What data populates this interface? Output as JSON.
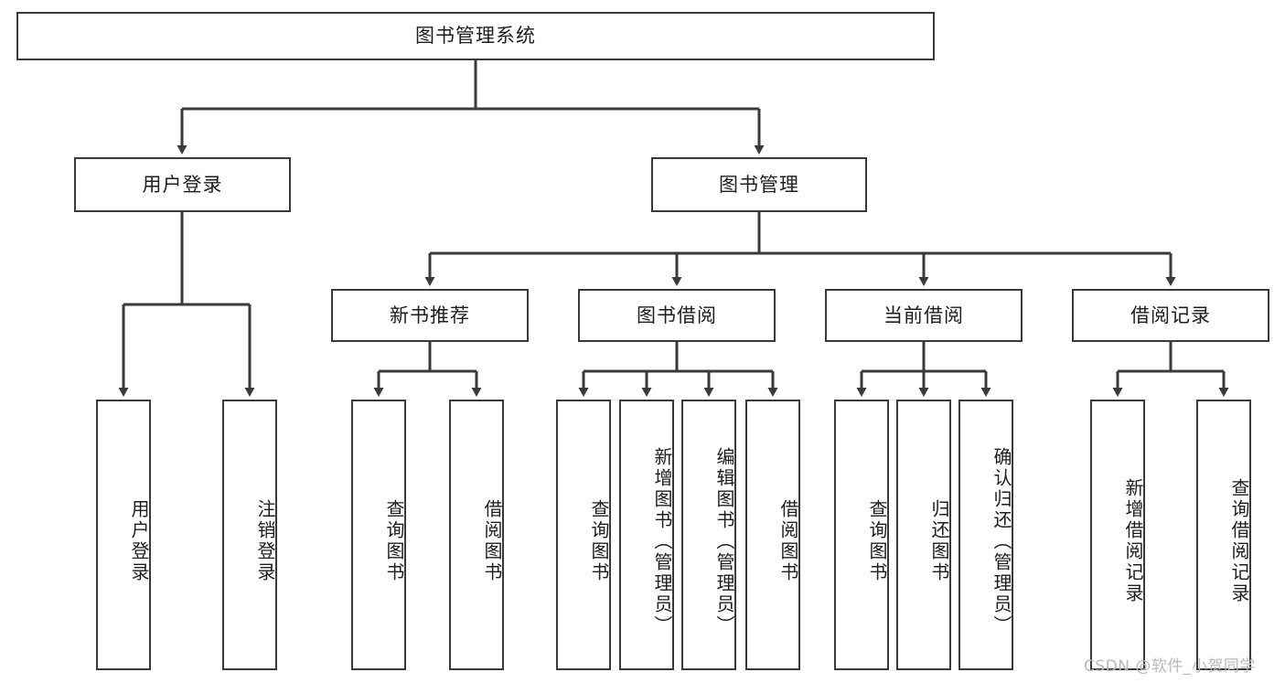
{
  "diagram": {
    "title": "图书管理系统",
    "type": "system function structure tree",
    "root": {
      "label": "图书管理系统"
    },
    "level1": [
      {
        "label": "用户登录"
      },
      {
        "label": "图书管理"
      }
    ],
    "level2": [
      {
        "label": "新书推荐"
      },
      {
        "label": "图书借阅"
      },
      {
        "label": "当前借阅"
      },
      {
        "label": "借阅记录"
      }
    ],
    "leaves": {
      "user_login": [
        {
          "label": "用户登录"
        },
        {
          "label": "注销登录"
        }
      ],
      "new_book_recommend": [
        {
          "label": "查询图书"
        },
        {
          "label": "借阅图书"
        }
      ],
      "book_borrow": [
        {
          "label": "查询图书"
        },
        {
          "label": "新增图书（管理员）"
        },
        {
          "label": "编辑图书（管理员）"
        },
        {
          "label": "借阅图书"
        }
      ],
      "current_borrow": [
        {
          "label": "查询图书"
        },
        {
          "label": "归还图书"
        },
        {
          "label": "确认归还（管理员）"
        }
      ],
      "borrow_record": [
        {
          "label": "新增借阅记录"
        },
        {
          "label": "查询借阅记录"
        }
      ]
    }
  },
  "watermark": {
    "text": "CSDN @软件_小贺同学"
  },
  "colors": {
    "stroke": "#3a3a3a",
    "box_fill": "#ffffff",
    "text": "#1d1d1d",
    "watermark": "#b9b9b9",
    "background": "#ffffff"
  }
}
